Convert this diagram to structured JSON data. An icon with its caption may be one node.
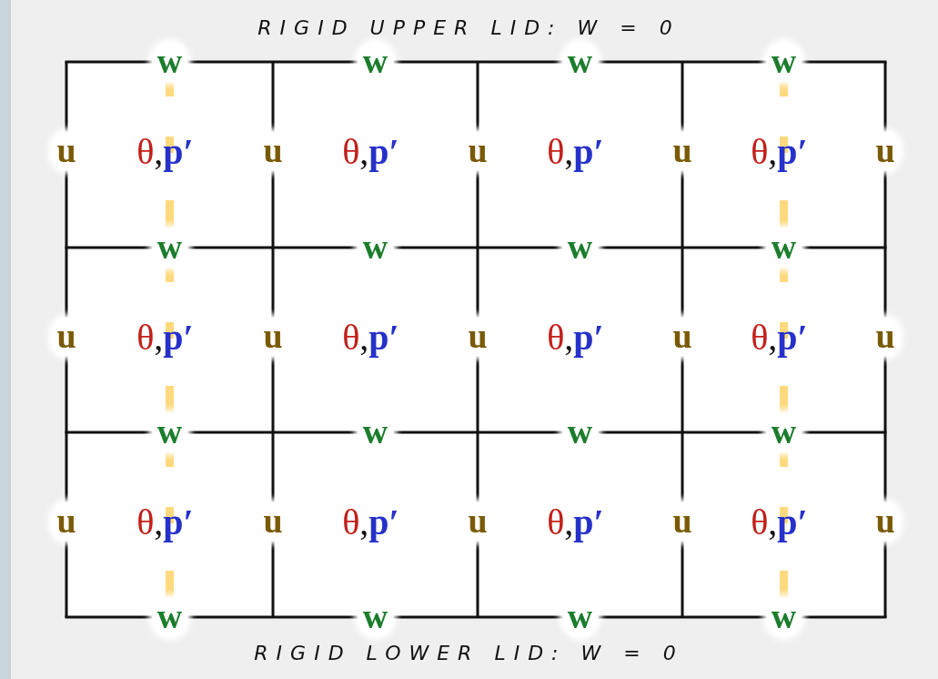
{
  "diagram": {
    "title": "RIGID UPPER LID: W = 0",
    "caption": "RIGID LOWER LID: W = 0",
    "nodes": [
      {
        "text": [
          "θ",
          ",",
          "p′"
        ]
      },
      {
        "text": [
          "θ",
          ",",
          "p′"
        ]
      },
      {
        "text": [
          "θ",
          ",",
          "p′"
        ]
      },
      {
        "text": [
          "θ",
          ",",
          "p′"
        ]
      },
      {
        "text": [
          "θ",
          ",",
          "p′"
        ]
      },
      {
        "text": [
          "θ",
          ",",
          "p′"
        ]
      },
      {
        "text": [
          "θ",
          ",",
          "p′"
        ]
      },
      {
        "text": [
          "θ",
          ",",
          "p′"
        ]
      },
      {
        "text": [
          "θ",
          ",",
          "p′"
        ]
      },
      {
        "text": [
          "θ",
          ",",
          "p′"
        ]
      },
      {
        "text": [
          "θ",
          ",",
          "p′"
        ]
      },
      {
        "text": [
          "θ",
          ",",
          "p′"
        ]
      }
    ],
    "labels": [
      "w",
      "w",
      "w",
      "w",
      "u",
      "u",
      "u",
      "u",
      "u",
      "w",
      "w",
      "w",
      "w",
      "u",
      "u",
      "u",
      "u",
      "u",
      "w",
      "w",
      "w",
      "w",
      "u",
      "u",
      "u",
      "u",
      "u",
      "w",
      "w",
      "w",
      "w"
    ]
  }
}
